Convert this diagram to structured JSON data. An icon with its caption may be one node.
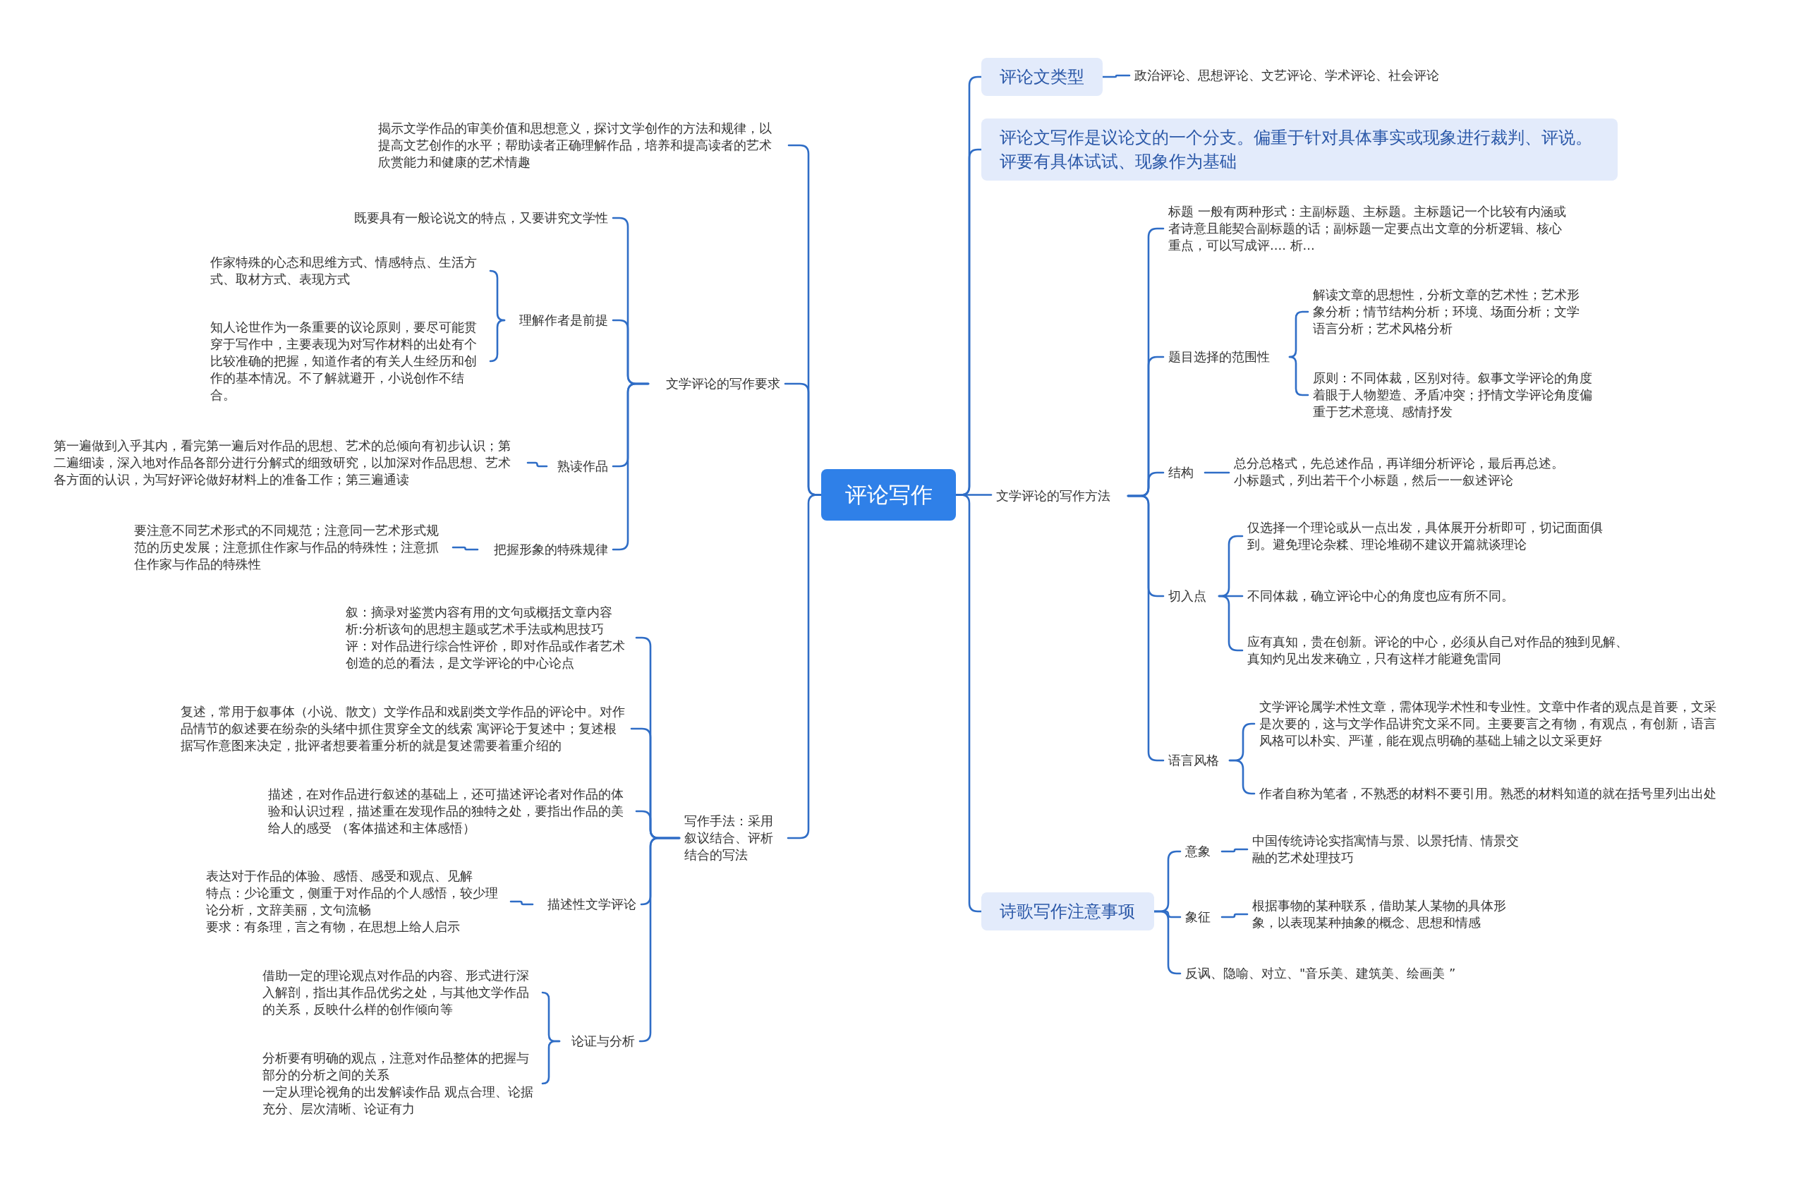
{
  "diagram": {
    "nodes": [
      {
        "text": [
          "评论写作"
        ]
      },
      {
        "text": [
          "评论文类型"
        ]
      },
      {
        "text": [
          "政治评论、思想评论、文艺评论、学术评论、社会评论"
        ]
      },
      {
        "text": [
          "评论文写作是议论文的一个分支。偏重于针对具体事实或现象进行裁判、评说。评要有具体试试、现象作为基础"
        ]
      },
      {
        "text": [
          "文学评论的写作方法"
        ]
      },
      {
        "text": [
          "标题 一般有两种形式：主副标题、主标题。主标题记一个比较有内涵或者诗意且能契合副标题的话；副标题一定要点出文章的分析逻辑、核心重点，可以写成评.... 析..."
        ]
      },
      {
        "text": [
          "题目选择的范围性"
        ]
      },
      {
        "text": [
          "解读文章的思想性，分析文章的艺术性；艺术形象分析；情节结构分析；环境、场面分析；文学语言分析；艺术风格分析"
        ]
      },
      {
        "text": [
          "原则：不同体裁，区别对待。叙事文学评论的角度着眼于人物塑造、矛盾冲突；抒情文学评论角度偏重于艺术意境、感情抒发"
        ]
      },
      {
        "text": [
          "结构"
        ]
      },
      {
        "text": [
          "总分总格式，先总述作品，再详细分析评论，最后再总述。",
          "小标题式，列出若干个小标题，然后一一叙述评论"
        ]
      },
      {
        "text": [
          "切入点"
        ]
      },
      {
        "text": [
          "仅选择一个理论或从一点出发，具体展开分析即可，切记面面俱到。避免理论杂糅、理论堆砌不建议开篇就谈理论"
        ]
      },
      {
        "text": [
          "不同体裁，确立评论中心的角度也应有所不同。"
        ]
      },
      {
        "text": [
          "应有真知，贵在创新。评论的中心，必须从自己对作品的独到见解、真知灼见出发来确立，只有这样才能避免雷同"
        ]
      },
      {
        "text": [
          "语言风格"
        ]
      },
      {
        "text": [
          "文学评论属学术性文章，需体现学术性和专业性。文章中作者的观点是首要，文采是次要的，这与文学作品讲究文采不同。主要要言之有物，有观点，有创新，语言风格可以朴实、严谨，能在观点明确的基础上辅之以文采更好"
        ]
      },
      {
        "text": [
          "作者自称为笔者，不熟悉的材料不要引用。熟悉的材料知道的就在括号里列出出处"
        ]
      },
      {
        "text": [
          "诗歌写作注意事项"
        ]
      },
      {
        "text": [
          "意象"
        ]
      },
      {
        "text": [
          "中国传统诗论实指寓情与景、以景托情、情景交融的艺术处理技巧"
        ]
      },
      {
        "text": [
          "象征"
        ]
      },
      {
        "text": [
          "根据事物的某种联系，借助某人某物的具体形象，以表现某种抽象的概念、思想和情感"
        ]
      },
      {
        "text": [
          "反讽、隐喻、对立、\"音乐美、建筑美、绘画美 ”"
        ]
      },
      {
        "text": [
          "揭示文学作品的审美价值和思想意义，探讨文学创作的方法和规律，以提高文艺创作的水平；帮助读者正确理解作品，培养和提高读者的艺术欣赏能力和健康的艺术情趣"
        ]
      },
      {
        "text": [
          "文学评论的写作要求"
        ]
      },
      {
        "text": [
          "既要具有一般论说文的特点，又要讲究文学性"
        ]
      },
      {
        "text": [
          "理解作者是前提"
        ]
      },
      {
        "text": [
          "作家特殊的心态和思维方式、情感特点、生活方式、取材方式、表现方式"
        ]
      },
      {
        "text": [
          "知人论世作为一条重要的议论原则，要尽可能贯穿于写作中，主要表现为对写作材料的出处有个比较准确的把握，知道作者的有关人生经历和创作的基本情况。不了解就避开，小说创作不结合。"
        ]
      },
      {
        "text": [
          "熟读作品"
        ]
      },
      {
        "text": [
          "第一遍做到入乎其内，看完第一遍后对作品的思想、艺术的总倾向有初步认识；第二遍细读，深入地对作品各部分进行分解式的细致研究，以加深对作品思想、艺术各方面的认识，为写好评论做好材料上的准备工作；第三遍通读"
        ]
      },
      {
        "text": [
          "把握形象的特殊规律"
        ]
      },
      {
        "text": [
          "要注意不同艺术形式的不同规范；注意同一艺术形式规范的历史发展；注意抓住作家与作品的特殊性；注意抓住作家与作品的特殊性"
        ]
      },
      {
        "text": [
          "写作手法：采用叙议结合、评析结合的写法"
        ]
      },
      {
        "text": [
          "叙：摘录对鉴赏内容有用的文句或概括文章内容",
          "析:分析该句的思想主题或艺术手法或构思技巧",
          "评：对作品进行综合性评价，即对作品或作者艺术创造的总的看法，是文学评论的中心论点"
        ]
      },
      {
        "text": [
          "复述，常用于叙事体（小说、散文）文学作品和戏剧类文学作品的评论中。对作品情节的叙述要在纷杂的头绪中抓住贯穿全文的线索 寓评论于复述中；复述根据写作意图来决定，批评者想要着重分析的就是复述需要着重介绍的"
        ]
      },
      {
        "text": [
          "描述，在对作品进行叙述的基础上，还可描述评论者对作品的体验和认识过程，描述重在发现作品的独特之处，要指出作品的美给人的感受 （客体描述和主体感悟）"
        ]
      },
      {
        "text": [
          "描述性文学评论"
        ]
      },
      {
        "text": [
          "表达对于作品的体验、感悟、感受和观点、见解",
          "特点：少论重文，侧重于对作品的个人感悟，较少理论分析，文辞美丽，文句流畅",
          "要求：有条理，言之有物，在思想上给人启示"
        ]
      },
      {
        "text": [
          "论证与分析"
        ]
      },
      {
        "text": [
          "借助一定的理论观点对作品的内容、形式进行深入解剖，指出其作品优劣之处，与其他文学作品的关系，反映什么样的创作倾向等"
        ]
      },
      {
        "text": [
          "分析要有明确的观点，注意对作品整体的把握与部分的分析之间的关系",
          "一定从理论视角的出发解读作品 观点合理、论据充分、层次清晰、论证有力"
        ]
      }
    ],
    "edges": [
      {
        "from": 0,
        "to": 1,
        "arrow": "none"
      },
      {
        "from": 1,
        "to": 2,
        "arrow": "none"
      },
      {
        "from": 0,
        "to": 3,
        "arrow": "none"
      },
      {
        "from": 0,
        "to": 4,
        "arrow": "none"
      },
      {
        "from": 4,
        "to": 5,
        "arrow": "none"
      },
      {
        "from": 4,
        "to": 6,
        "arrow": "none"
      },
      {
        "from": 6,
        "to": 7,
        "arrow": "none"
      },
      {
        "from": 6,
        "to": 8,
        "arrow": "none"
      },
      {
        "from": 4,
        "to": 9,
        "arrow": "none"
      },
      {
        "from": 9,
        "to": 10,
        "arrow": "none"
      },
      {
        "from": 4,
        "to": 11,
        "arrow": "none"
      },
      {
        "from": 11,
        "to": 12,
        "arrow": "none"
      },
      {
        "from": 11,
        "to": 13,
        "arrow": "none"
      },
      {
        "from": 11,
        "to": 14,
        "arrow": "none"
      },
      {
        "from": 4,
        "to": 15,
        "arrow": "none"
      },
      {
        "from": 15,
        "to": 16,
        "arrow": "none"
      },
      {
        "from": 15,
        "to": 17,
        "arrow": "none"
      },
      {
        "from": 0,
        "to": 18,
        "arrow": "none"
      },
      {
        "from": 18,
        "to": 19,
        "arrow": "none"
      },
      {
        "from": 19,
        "to": 20,
        "arrow": "none"
      },
      {
        "from": 18,
        "to": 21,
        "arrow": "none"
      },
      {
        "from": 21,
        "to": 22,
        "arrow": "none"
      },
      {
        "from": 18,
        "to": 23,
        "arrow": "none"
      },
      {
        "from": 0,
        "to": 24,
        "arrow": "none"
      },
      {
        "from": 0,
        "to": 25,
        "arrow": "none"
      },
      {
        "from": 25,
        "to": 26,
        "arrow": "none"
      },
      {
        "from": 25,
        "to": 27,
        "arrow": "none"
      },
      {
        "from": 27,
        "to": 28,
        "arrow": "none"
      },
      {
        "from": 27,
        "to": 29,
        "arrow": "none"
      },
      {
        "from": 25,
        "to": 30,
        "arrow": "none"
      },
      {
        "from": 30,
        "to": 31,
        "arrow": "none"
      },
      {
        "from": 25,
        "to": 32,
        "arrow": "none"
      },
      {
        "from": 32,
        "to": 33,
        "arrow": "none"
      },
      {
        "from": 0,
        "to": 34,
        "arrow": "none"
      },
      {
        "from": 34,
        "to": 35,
        "arrow": "none"
      },
      {
        "from": 34,
        "to": 36,
        "arrow": "none"
      },
      {
        "from": 34,
        "to": 37,
        "arrow": "none"
      },
      {
        "from": 34,
        "to": 38,
        "arrow": "none"
      },
      {
        "from": 38,
        "to": 39,
        "arrow": "none"
      },
      {
        "from": 34,
        "to": 40,
        "arrow": "none"
      },
      {
        "from": 40,
        "to": 41,
        "arrow": "none"
      },
      {
        "from": 40,
        "to": 42,
        "arrow": "none"
      }
    ]
  }
}
